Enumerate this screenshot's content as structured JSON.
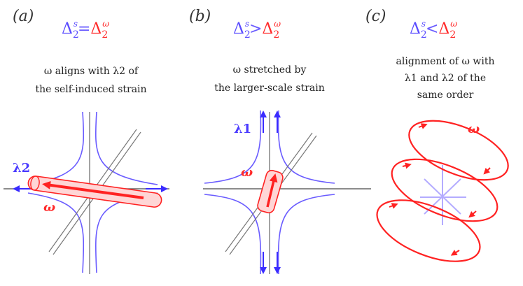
{
  "panels": [
    {
      "tag": "(a)",
      "cond_left": "Δ",
      "cond_left_sub": "2",
      "cond_left_sup": "s",
      "relation": "=",
      "cond_right": "Δ",
      "cond_right_sub": "2",
      "cond_right_sup": "ω",
      "caption": [
        "ω aligns with λ2 of",
        "the self-induced strain"
      ],
      "labels": {
        "lambda": "λ2",
        "omega": "ω"
      }
    },
    {
      "tag": "(b)",
      "cond_left": "Δ",
      "cond_left_sub": "2",
      "cond_left_sup": "s",
      "relation": ">",
      "cond_right": "Δ",
      "cond_right_sub": "2",
      "cond_right_sup": "ω",
      "caption": [
        "ω stretched by",
        "the larger-scale strain"
      ],
      "labels": {
        "lambda": "λ1",
        "omega": "ω"
      }
    },
    {
      "tag": "(c)",
      "cond_left": "Δ",
      "cond_left_sub": "2",
      "cond_left_sup": "s",
      "relation": "<",
      "cond_right": "Δ",
      "cond_right_sub": "2",
      "cond_right_sup": "ω",
      "caption": [
        "alignment of ω with",
        "λ1 and λ2 of the",
        "same order"
      ],
      "labels": {
        "omega": "ω"
      }
    }
  ],
  "colors": {
    "strain": "#6a5cff",
    "strain_dark": "#3a2cff",
    "vortex": "#ff2222",
    "vortex_fill": "#ffd6d6",
    "axis": "#555555",
    "text": "#222222"
  }
}
